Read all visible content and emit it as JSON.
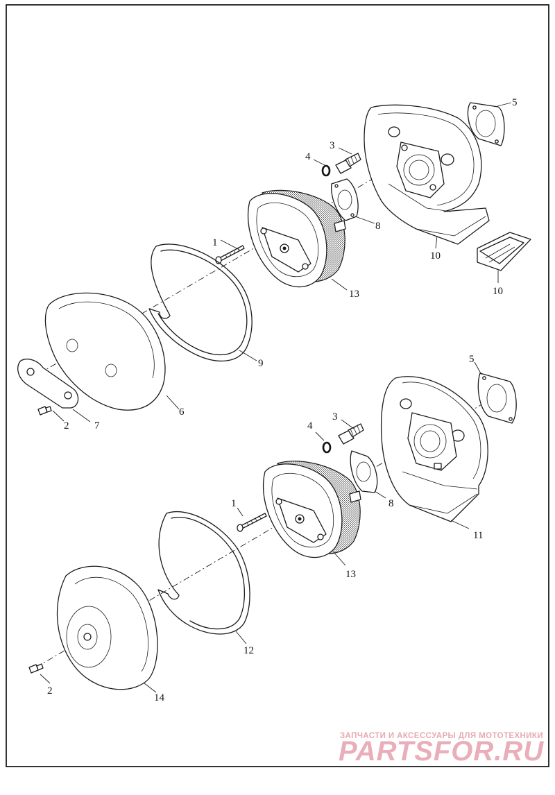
{
  "callouts": {
    "top": {
      "n1": "1",
      "n2": "2",
      "n3": "3",
      "n4": "4",
      "n5": "5",
      "n6": "6",
      "n7": "7",
      "n8": "8",
      "n9": "9",
      "n10a": "10",
      "n10b": "10",
      "n13": "13"
    },
    "bottom": {
      "n1": "1",
      "n2": "2",
      "n3": "3",
      "n4": "4",
      "n5": "5",
      "n8": "8",
      "n11": "11",
      "n12": "12",
      "n13": "13",
      "n14": "14"
    }
  },
  "watermark": {
    "tagline": "ЗАПЧАСТИ И АКСЕССУАРЫ ДЛЯ МОТОТЕХНИКИ",
    "brand": "PARTSFOR.RU"
  },
  "colors": {
    "line": "#1a1a1a",
    "watermark": "#e9aeb8",
    "background": "#ffffff"
  }
}
